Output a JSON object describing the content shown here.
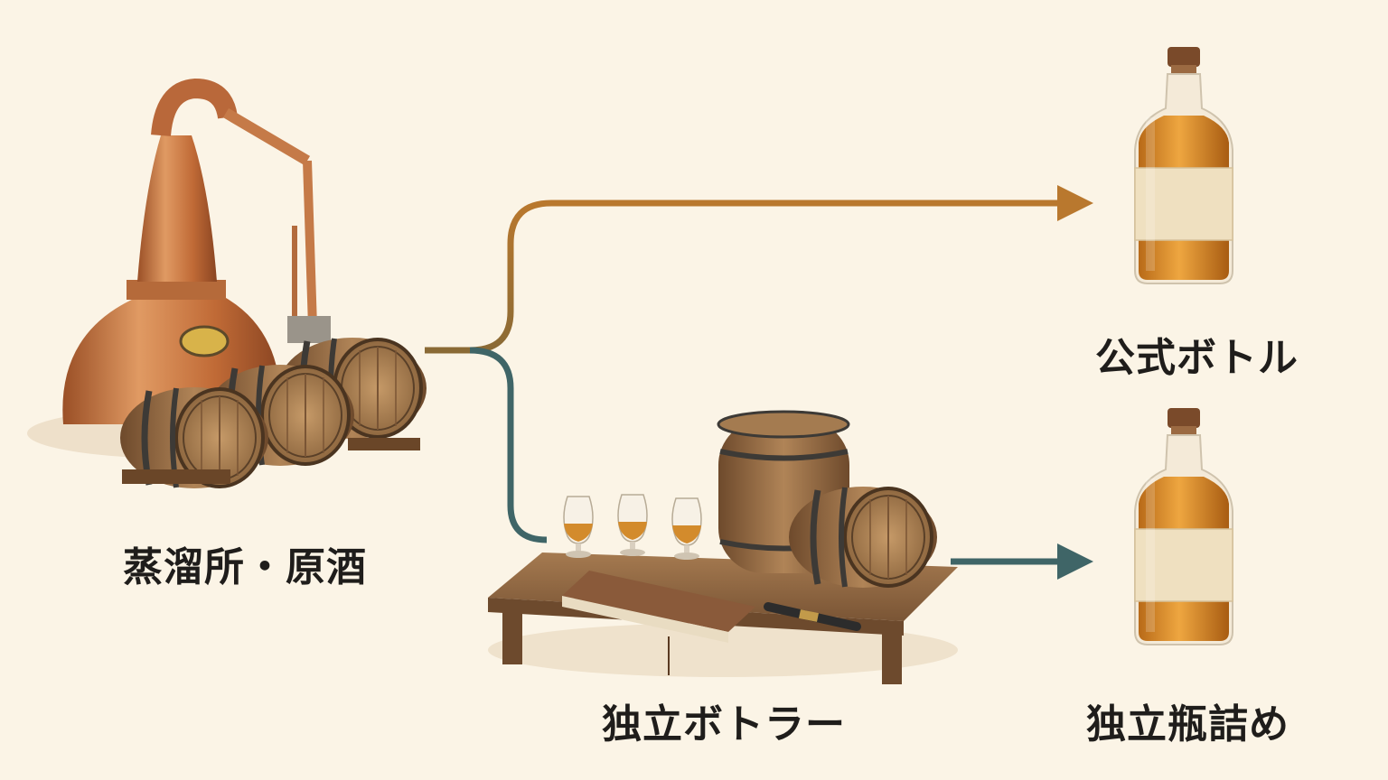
{
  "labels": {
    "source": "蒸溜所・原酒",
    "official": "公式ボトル",
    "bottler": "独立ボトラー",
    "independent": "独立瓶詰め"
  },
  "colors": {
    "background": "#fbf4e6",
    "copper": "#c0723d",
    "official_path": "#b9782e",
    "independent_path": "#3f6567",
    "barrel_wood": "#9b7046",
    "whisky": "#d98d2a"
  },
  "icons": [
    "copper-pot-still-icon",
    "barrel-icon",
    "glencairn-glass-icon",
    "notebook-icon",
    "pen-icon",
    "whisky-bottle-icon"
  ]
}
